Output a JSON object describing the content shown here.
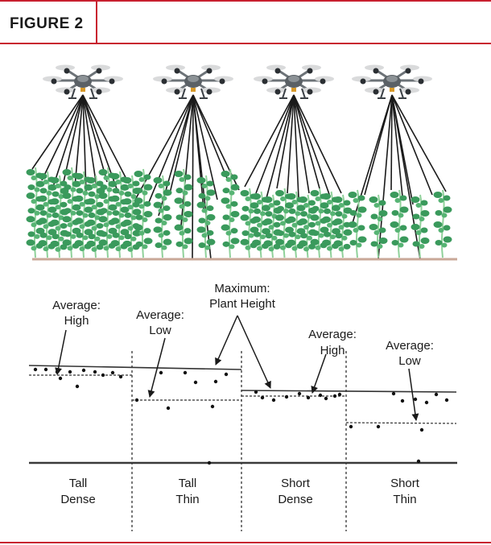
{
  "figure_label": "FIGURE 2",
  "colors": {
    "header_border": "#c8202f",
    "plant": "#3a9a5c",
    "stem": "#8fd19a",
    "ground": "#c9a898",
    "drone": "#6d7378",
    "rotor": "#d9dadb",
    "beam": "#1a1a1a",
    "point": "#111111"
  },
  "icons": {
    "drone": "hexacopter-drone-icon",
    "plant": "crop-plant-icon"
  },
  "plots": [
    {
      "id": "tall-dense",
      "label_line1": "Tall",
      "label_line2": "Dense"
    },
    {
      "id": "tall-thin",
      "label_line1": "Tall",
      "label_line2": "Thin"
    },
    {
      "id": "short-dense",
      "label_line1": "Short",
      "label_line2": "Dense"
    },
    {
      "id": "short-thin",
      "label_line1": "Short",
      "label_line2": "Thin"
    }
  ],
  "annotations": {
    "avg_high_1": {
      "line1": "Average:",
      "line2": "High"
    },
    "avg_low_1": {
      "line1": "Average:",
      "line2": "Low"
    },
    "max_height": {
      "line1": "Maximum:",
      "line2": "Plant Height"
    },
    "avg_high_2": {
      "line1": "Average:",
      "line2": "High"
    },
    "avg_low_2": {
      "line1": "Average:",
      "line2": "Low"
    }
  }
}
